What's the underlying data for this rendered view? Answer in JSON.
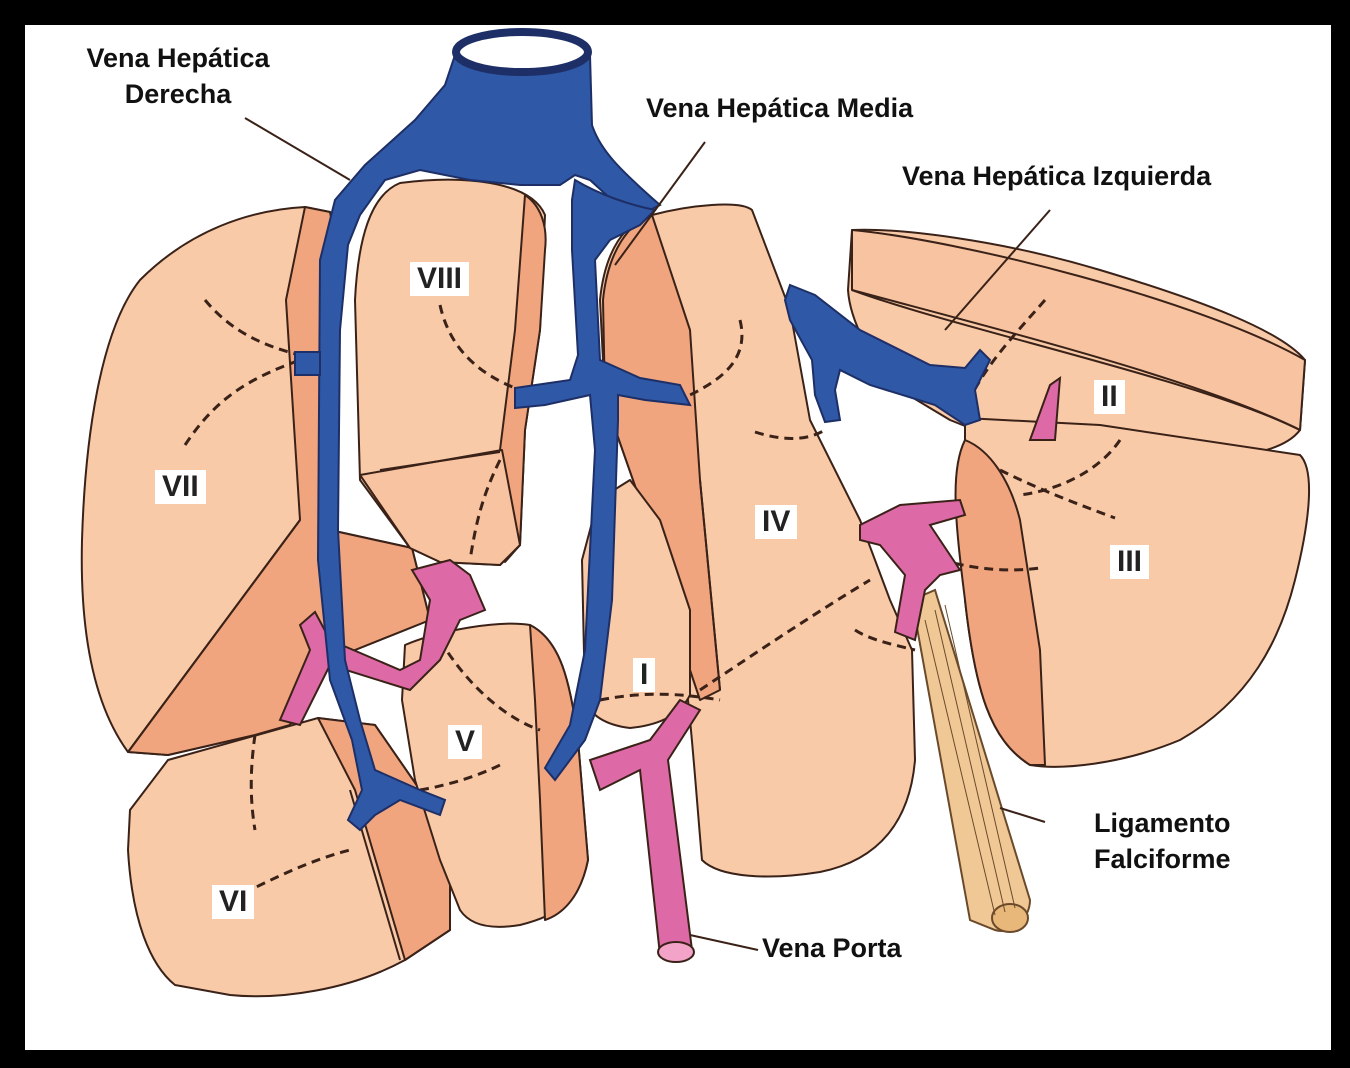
{
  "labels": {
    "right_hepatic_vein": [
      "Vena Hepática",
      "Derecha"
    ],
    "middle_hepatic_vein": "Vena Hepática Media",
    "left_hepatic_vein": "Vena Hepática Izquierda",
    "falciform_ligament": [
      "Ligamento",
      "Falciforme"
    ],
    "portal_vein": "Vena Porta"
  },
  "segments": {
    "s1": "I",
    "s2": "II",
    "s3": "III",
    "s4": "IV",
    "s5": "V",
    "s6": "VI",
    "s7": "VII",
    "s8": "VIII"
  },
  "colors": {
    "liver_light": "#f9caa8",
    "liver_dark": "#f0a57f",
    "hepatic_vein": "#2f58a6",
    "portal_vein": "#dd6aa6",
    "ligament": "#f0c896",
    "outline": "#3a2218"
  }
}
